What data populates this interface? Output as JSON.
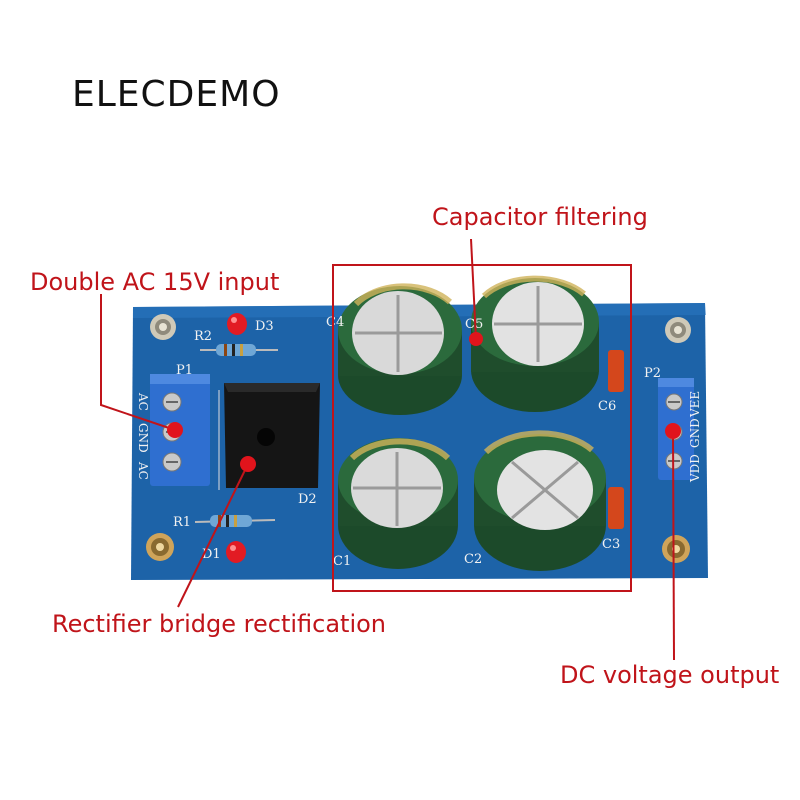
{
  "brand": "ELECDEMO",
  "callouts": {
    "capacitor_filtering": "Capacitor filtering",
    "ac_input": "Double AC 15V input",
    "rectifier": "Rectifier bridge rectification",
    "dc_output": "DC voltage output"
  },
  "silkscreen": {
    "r1": "R1",
    "r2": "R2",
    "d1": "D1",
    "d2": "D2",
    "d3": "D3",
    "p1": "P1",
    "p2": "P2",
    "c1": "C1",
    "c2": "C2",
    "c3": "C3",
    "c4": "C4",
    "c5": "C5",
    "c6": "C6",
    "in_ac_top": "AC",
    "in_gnd": "GND",
    "in_ac_bottom": "AC",
    "out_vdd": "VDD",
    "out_gnd": "GND",
    "out_vee": "VEE"
  },
  "colors": {
    "pcb": "#1d63a8",
    "callout": "#c0141a",
    "capacitor": "#1f4d2c",
    "terminal": "#2f6fd0"
  }
}
